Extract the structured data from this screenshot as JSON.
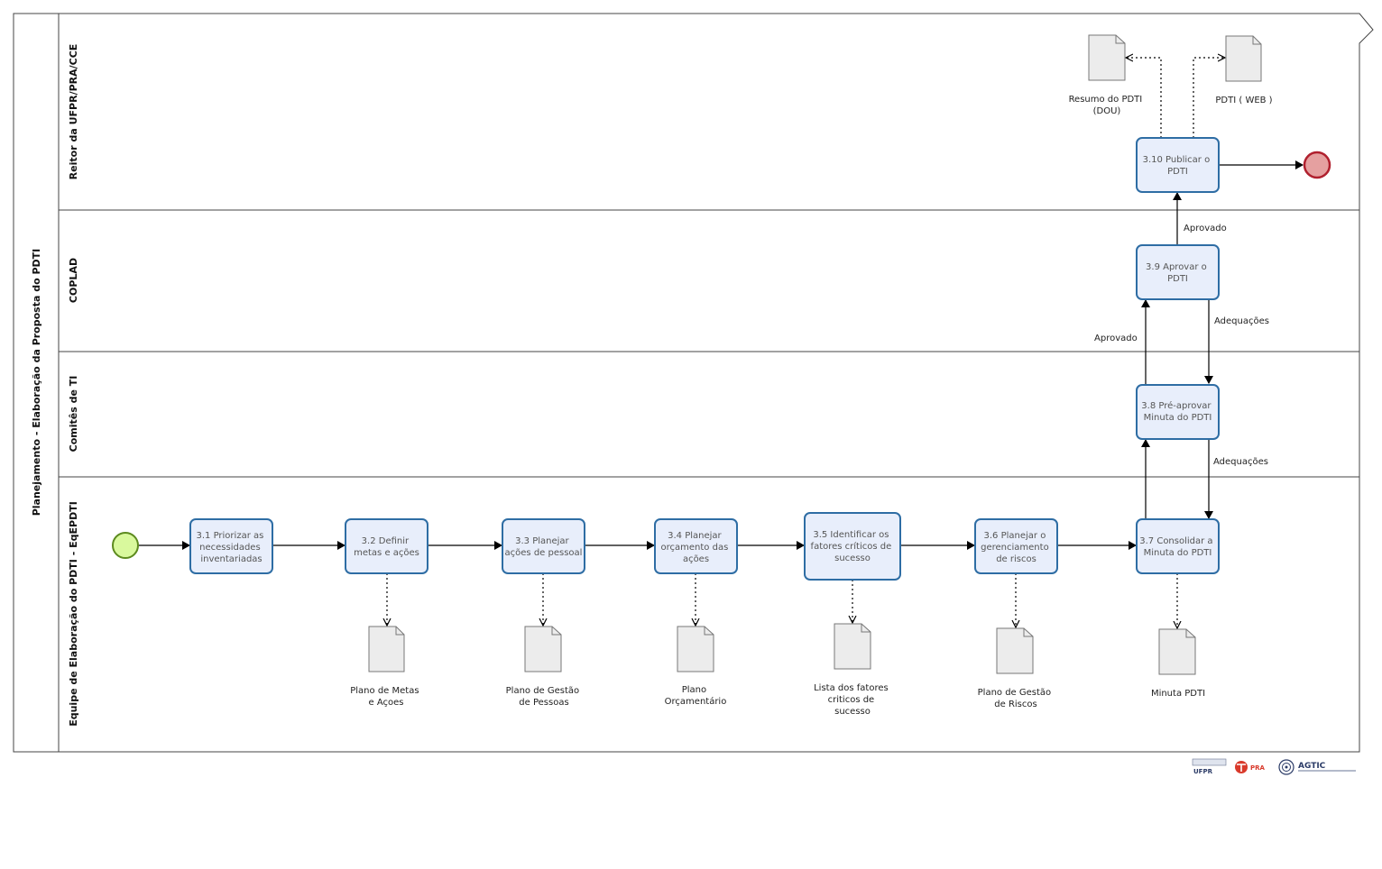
{
  "pool": {
    "label": "Planejamento - Elaboração da Proposta do PDTI"
  },
  "lanes": [
    {
      "label": "Reitor da UFPR/PRA/CCE"
    },
    {
      "label": "COPLAD"
    },
    {
      "label": "Comitês de TI"
    },
    {
      "label": "Equipe de Elaboração do PDTI - EqEPDTI"
    }
  ],
  "tasks": [
    {
      "id": "t31",
      "lines": [
        "3.1 Priorizar as",
        "necessidades",
        "inventariadas"
      ]
    },
    {
      "id": "t32",
      "lines": [
        "3.2 Definir",
        "metas e ações"
      ]
    },
    {
      "id": "t33",
      "lines": [
        "3.3 Planejar",
        "ações de pessoal"
      ]
    },
    {
      "id": "t34",
      "lines": [
        "3.4 Planejar",
        "orçamento das",
        "ações"
      ]
    },
    {
      "id": "t35",
      "lines": [
        "3.5 Identificar os",
        "fatores críticos de",
        "sucesso"
      ]
    },
    {
      "id": "t36",
      "lines": [
        "3.6 Planejar o",
        "gerenciamento",
        "de riscos"
      ]
    },
    {
      "id": "t37",
      "lines": [
        "3.7 Consolidar a",
        "Minuta do PDTI"
      ]
    },
    {
      "id": "t38",
      "lines": [
        "3.8 Pré-aprovar",
        "Minuta do PDTI"
      ]
    },
    {
      "id": "t39",
      "lines": [
        "3.9 Aprovar o",
        "PDTI"
      ]
    },
    {
      "id": "t310",
      "lines": [
        "3.10 Publicar o",
        "PDTI"
      ]
    }
  ],
  "documents": [
    {
      "id": "d32",
      "lines": [
        "Plano de Metas",
        "e Açoes"
      ]
    },
    {
      "id": "d33",
      "lines": [
        "Plano de Gestão",
        "de Pessoas"
      ]
    },
    {
      "id": "d34",
      "lines": [
        "Plano",
        "Orçamentário"
      ]
    },
    {
      "id": "d35",
      "lines": [
        "Lista dos fatores",
        "criticos de",
        "sucesso"
      ]
    },
    {
      "id": "d36",
      "lines": [
        "Plano de Gestão",
        "de Riscos"
      ]
    },
    {
      "id": "d37",
      "lines": [
        "Minuta PDTI"
      ]
    },
    {
      "id": "d310a",
      "lines": [
        "Resumo do PDTI",
        "(DOU)"
      ]
    },
    {
      "id": "d310b",
      "lines": [
        "PDTI ( WEB )"
      ]
    }
  ],
  "edge_labels": {
    "approved_upper": "Aprovado",
    "approved_lower": "Aprovado",
    "adjust_upper": "Adequações",
    "adjust_lower": "Adequações"
  },
  "logos": {
    "ufpr": "UFPR",
    "pra": "PRA",
    "agtic": "AGTIC"
  },
  "colors": {
    "task_fill": "#e8eefb",
    "task_stroke": "#2e6da4",
    "start_fill": "#d9f99d",
    "start_stroke": "#5c8a1e",
    "end_fill": "#e5a0a0",
    "end_stroke": "#b0202e",
    "doc_fill": "#ececec",
    "doc_stroke": "#777777"
  }
}
